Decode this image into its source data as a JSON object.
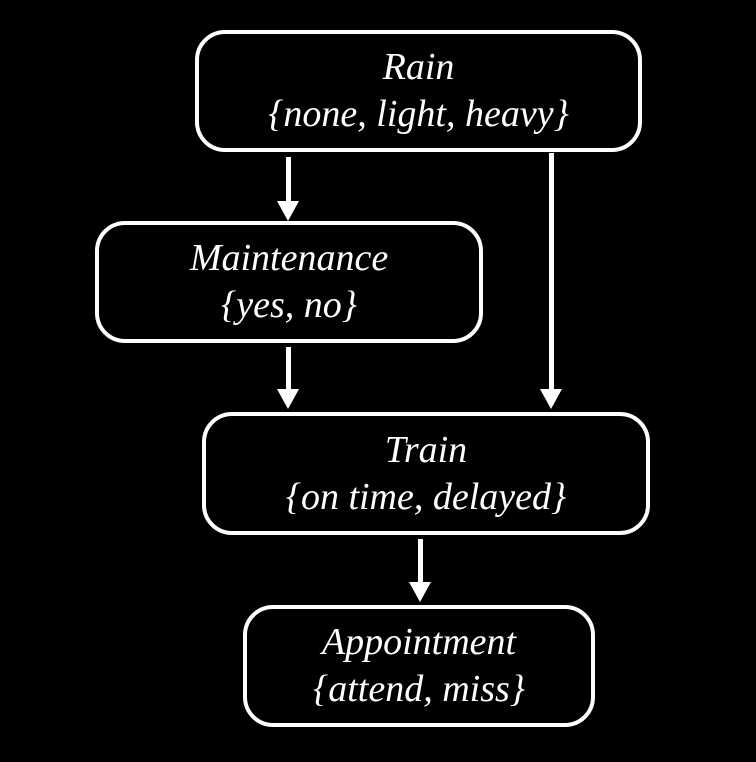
{
  "diagram": {
    "type": "bayesian-network",
    "background_color": "#000000",
    "stroke_color": "#ffffff",
    "text_color": "#ffffff",
    "nodes": [
      {
        "id": "rain",
        "label": "Rain",
        "values": "{none, light, heavy}"
      },
      {
        "id": "maintenance",
        "label": "Maintenance",
        "values": "{yes, no}"
      },
      {
        "id": "train",
        "label": "Train",
        "values": "{on time, delayed}"
      },
      {
        "id": "appointment",
        "label": "Appointment",
        "values": "{attend, miss}"
      }
    ],
    "edges": [
      {
        "from": "rain",
        "to": "maintenance"
      },
      {
        "from": "rain",
        "to": "train"
      },
      {
        "from": "maintenance",
        "to": "train"
      },
      {
        "from": "train",
        "to": "appointment"
      }
    ]
  }
}
